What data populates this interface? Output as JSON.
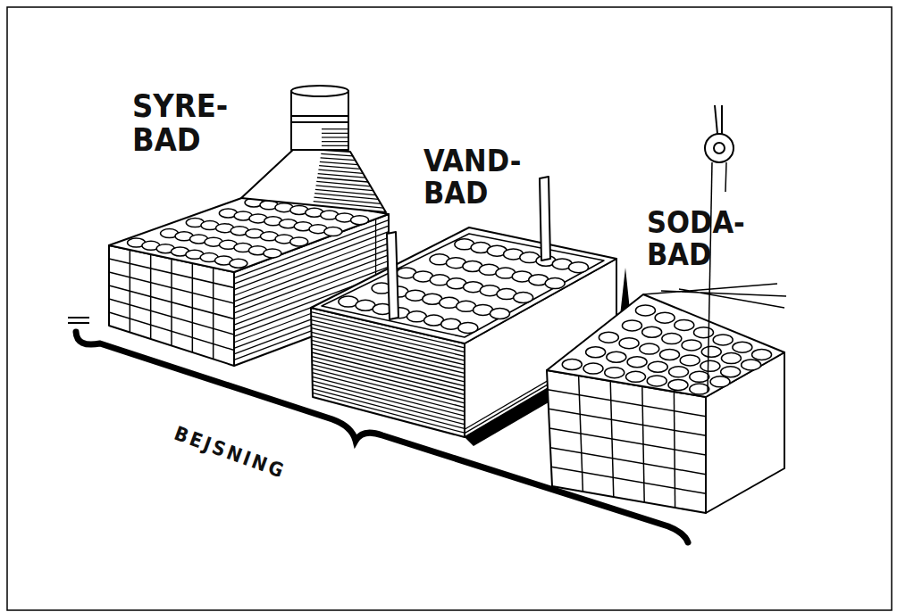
{
  "diagram": {
    "labels": [
      "SYRE- BAD",
      "VAND- BAD",
      "SODA- BAD",
      "BEJSNING"
    ]
  }
}
